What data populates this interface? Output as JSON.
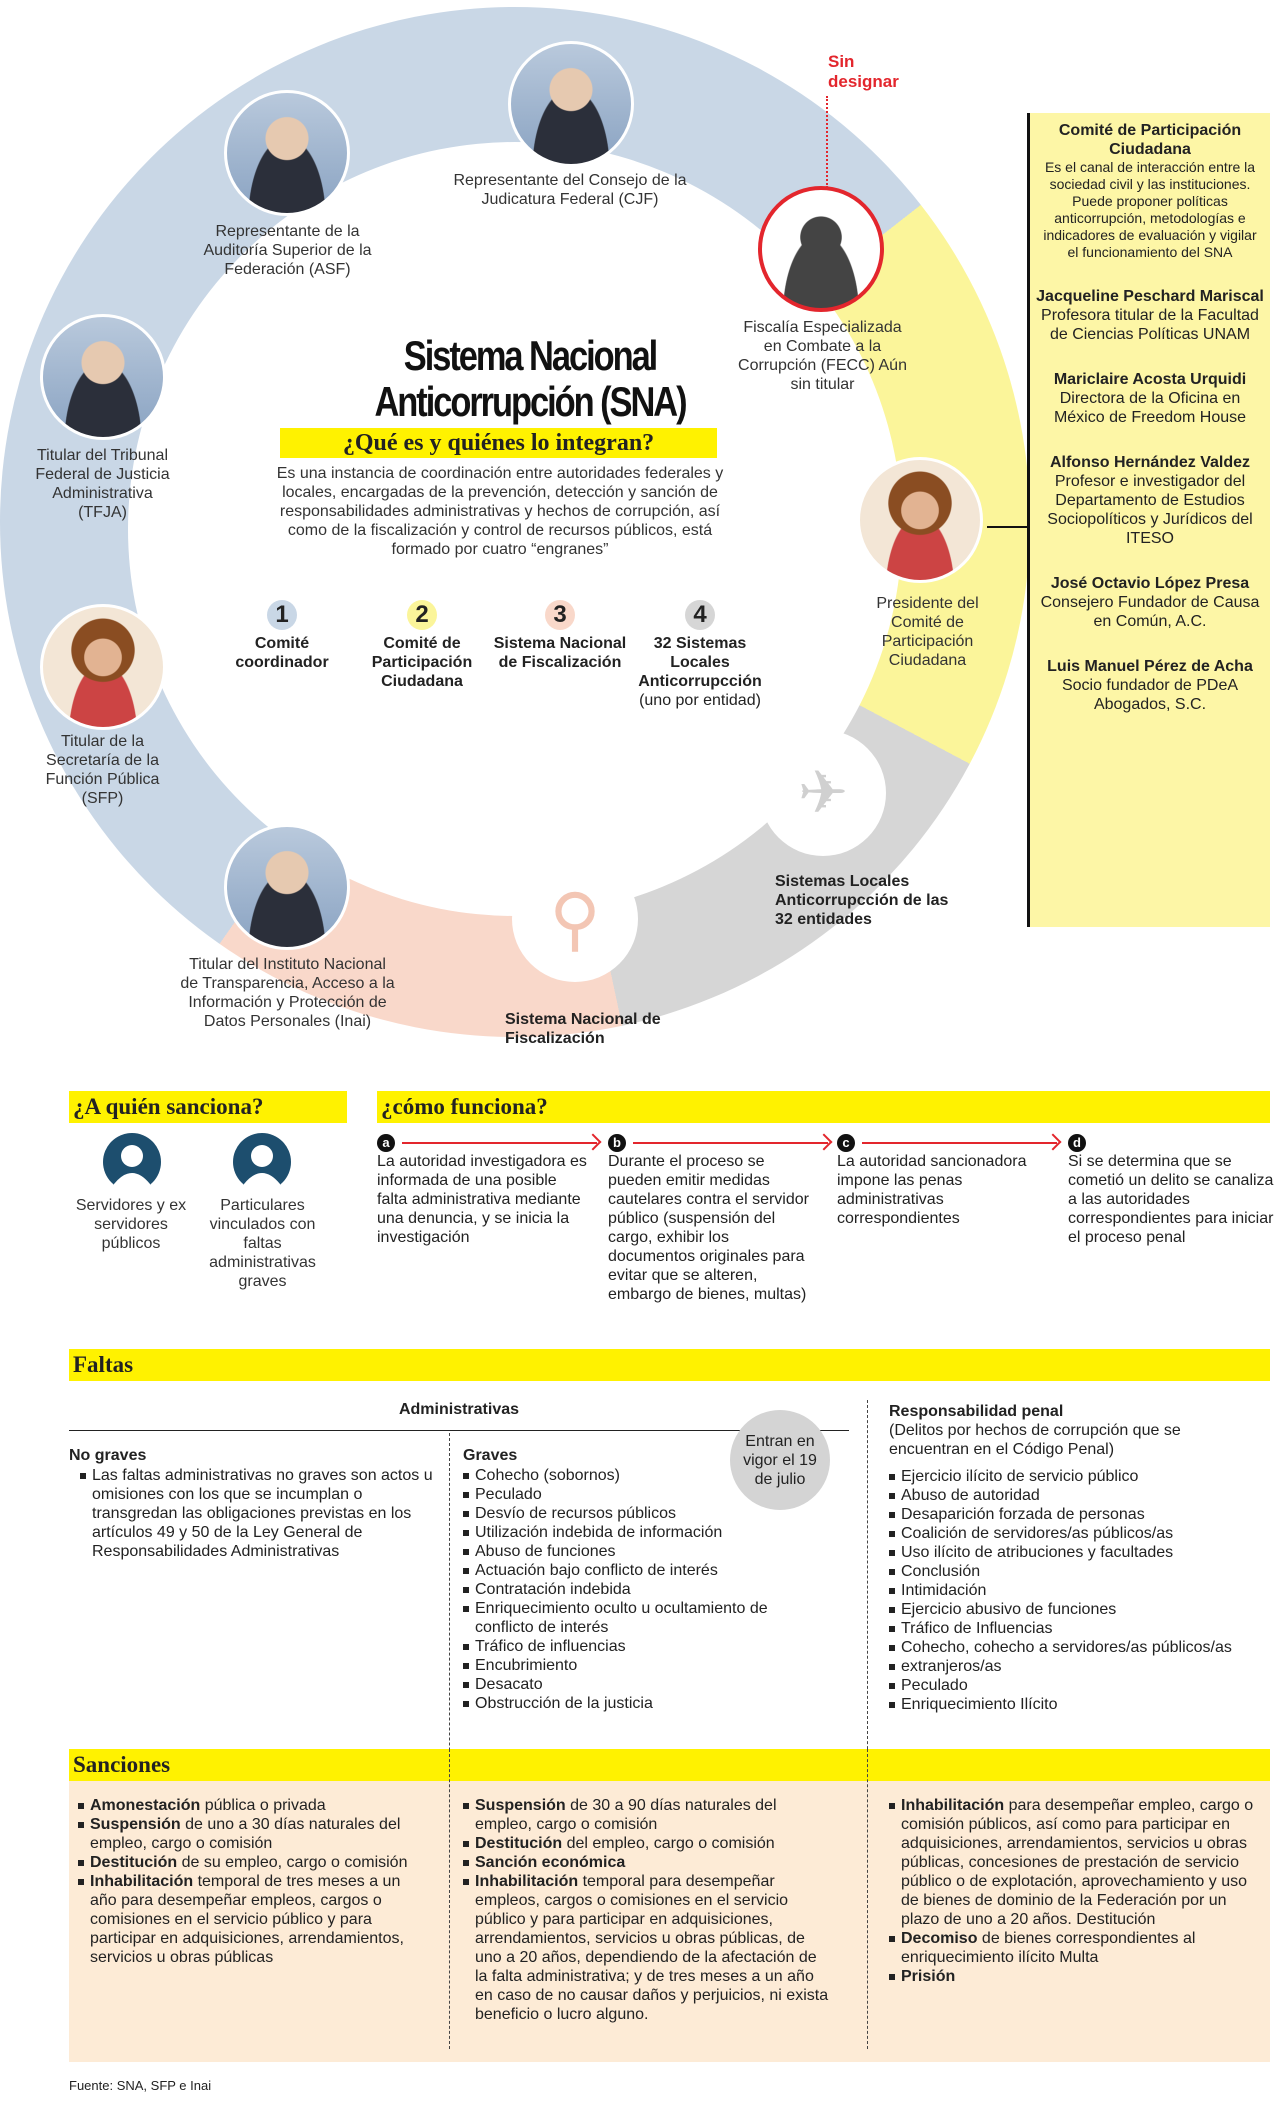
{
  "header": {
    "title_line1": "Sistema Nacional",
    "title_line2": "Anticorrupción (SNA)",
    "subtitle": "¿Qué es y quiénes lo integran?",
    "intro": "Es una instancia de coordinación entre autoridades federales y locales, encargadas de la prevención, detección y sanción de responsabilidades administrativas y hechos de corrupción, así como de la fiscalización y control de recursos públicos, está formado por cuatro “engranes”"
  },
  "engranes": [
    {
      "num": "1",
      "label": "Comité coordinador",
      "note": "",
      "color": "#c9d7e6"
    },
    {
      "num": "2",
      "label": "Comité de Participación Ciudadana",
      "note": "",
      "color": "#fbf59a"
    },
    {
      "num": "3",
      "label": "Sistema Nacional de Fiscalización",
      "note": "",
      "color": "#f9d8ca"
    },
    {
      "num": "4",
      "label": "32 Sistemas Locales Anticorrupcción",
      "note": "(uno por entidad)",
      "color": "#d6d6d6"
    }
  ],
  "members": {
    "asf": "Representante de la Auditoría Superior de la Federación (ASF)",
    "cjf": "Representante del Consejo de la Judicatura Federal (CJF)",
    "fecc": "Fiscalía Especializada en Combate a la Corrupción (FECC) Aún sin titular",
    "sin_designar": "Sin designar",
    "presidente": "Presidente del Comité de Participación Ciudadana",
    "tfja": "Titular del Tribunal Federal de Justicia Administrativa (TFJA)",
    "sfp": "Titular de la Secretaría de la Función Pública (SFP)",
    "inai": "Titular del Instituto Nacional de Transparencia, Acceso a la Información y Protección de Datos Personales (Inai)",
    "locales": "Sistemas Locales Anticorrupcción de las 32 entidades",
    "fiscalizacion": "Sistema Nacional de Fiscalización"
  },
  "panel": {
    "title": "Comité de Participación Ciudadana",
    "desc": "Es el canal de interacción entre la sociedad civil y las instituciones. Puede proponer políticas anticorrupción, metodologías e indicadores de evaluación y vigilar el funcionamiento del SNA",
    "people": [
      {
        "name": "Jacqueline Peschard Mariscal",
        "role": "Profesora titular de la Facultad de Ciencias Políticas UNAM"
      },
      {
        "name": "Mariclaire Acosta Urquidi",
        "role": "Directora de la Oficina en México de Freedom House"
      },
      {
        "name": "Alfonso Hernández Valdez",
        "role": "Profesor e investigador del Departamento de Estudios Sociopolíticos y Jurídicos del ITESO"
      },
      {
        "name": "José Octavio López Presa",
        "role": "Consejero Fundador de Causa en Común, A.C."
      },
      {
        "name": "Luis Manuel Pérez de Acha",
        "role": "Socio fundador de PDeA Abogados, S.C."
      }
    ]
  },
  "quien": {
    "title": "¿A quién sanciona?",
    "items": [
      "Servidores y ex servidores públicos",
      "Particulares vinculados con faltas administrativas graves"
    ]
  },
  "como": {
    "title": "¿cómo funciona?",
    "steps": [
      {
        "letter": "a",
        "text": "La autoridad investigadora es informada de una posible falta administrativa mediante una denuncia, y se inicia la investigación"
      },
      {
        "letter": "b",
        "text": "Durante el proceso se pueden emitir medidas cautelares contra el servidor público (suspensión del cargo, exhibir los documentos originales para evitar que se alteren, embargo de bienes, multas)"
      },
      {
        "letter": "c",
        "text": "La autoridad sancionadora impone las penas administrativas correspondientes"
      },
      {
        "letter": "d",
        "text": "Si se determina que se cometió un delito se canaliza a las autoridades correspondientes para iniciar el proceso penal"
      }
    ]
  },
  "faltas": {
    "title": "Faltas",
    "admin_title": "Administrativas",
    "no_graves_title": "No graves",
    "no_graves": [
      "Las faltas administrativas no graves son actos u omisiones con los que se incumplan o transgredan las obligaciones previstas en los artículos 49 y 50 de la Ley General de Responsabilidades Administrativas"
    ],
    "graves_title": "Graves",
    "badge": "Entran en vigor el 19 de julio",
    "graves": [
      "Cohecho (sobornos)",
      "Peculado",
      "Desvío de recursos públicos",
      "Utilización indebida de información",
      "Abuso de funciones",
      "Actuación bajo conflicto de interés",
      "Contratación indebida",
      "Enriquecimiento oculto u ocultamiento de conflicto de interés",
      "Tráfico de influencias",
      "Encubrimiento",
      "Desacato",
      "Obstrucción de la justicia"
    ],
    "penal_title": "Responsabilidad penal",
    "penal_sub": "(Delitos por hechos de corrupción que se encuentran en el Código Penal)",
    "penal": [
      "Ejercicio ilícito de servicio público",
      "Abuso de autoridad",
      "Desaparición forzada de personas",
      "Coalición de servidores/as públicos/as",
      "Uso ilícito de atribuciones y facultades",
      "Conclusión",
      "Intimidación",
      "Ejercicio abusivo de funciones",
      "Tráfico de Influencias",
      "Cohecho, cohecho a servidores/as públicos/as",
      "extranjeros/as",
      "Peculado",
      "Enriquecimiento Ilícito"
    ]
  },
  "sanciones": {
    "title": "Sanciones",
    "col1": [
      {
        "b": "Amonestación",
        "t": " pública o privada"
      },
      {
        "b": "Suspensión",
        "t": " de uno a 30 días naturales del empleo, cargo o comisión"
      },
      {
        "b": "Destitución",
        "t": " de su empleo, cargo o comisión"
      },
      {
        "b": "Inhabilitación",
        "t": " temporal de tres meses a un año para desempeñar empleos, cargos o comisiones en el servicio público y para participar en adquisiciones, arrendamientos, servicios u obras públicas"
      }
    ],
    "col2": [
      {
        "b": "Suspensión",
        "t": " de 30 a 90 días naturales del empleo, cargo o comisión"
      },
      {
        "b": "Destitución",
        "t": " del empleo, cargo o comisión"
      },
      {
        "b": "Sanción económica",
        "t": ""
      },
      {
        "b": "Inhabilitación",
        "t": " temporal para desempeñar empleos, cargos o comisiones en el servicio público y para participar en adquisiciones, arrendamientos, servicios u obras públicas, de uno a 20 años, dependiendo de la afectación de la falta administrativa; y de tres meses a un año en caso de no causar daños y perjuicios, ni exista beneficio o lucro alguno."
      }
    ],
    "col3": [
      {
        "b": "Inhabilitación",
        "t": " para desempeñar empleo, cargo o comisión públicos, así como para participar en adquisiciones, arrendamientos, servicios u obras públicas, concesiones de prestación de servicio público o de explotación, aprovechamiento y uso de bienes de dominio de la Federación por un plazo de uno a 20 años. Destitución"
      },
      {
        "b": "Decomiso",
        "t": " de bienes correspondientes al enriquecimiento ilícito Multa"
      },
      {
        "b": "Prisión",
        "t": ""
      }
    ]
  },
  "source": "Fuente: SNA, SFP e Inai"
}
